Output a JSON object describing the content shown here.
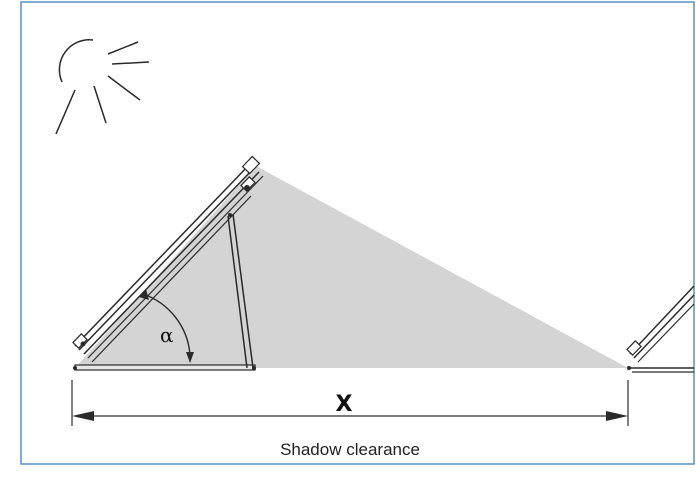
{
  "diagram": {
    "angle_label": "α",
    "distance_label": "X",
    "caption": "Shadow clearance",
    "colors": {
      "frame": "#5a8fc0",
      "shadow": "#d4d4d4",
      "line": "#2a2a2a"
    },
    "icons": [
      "sun-icon"
    ]
  }
}
